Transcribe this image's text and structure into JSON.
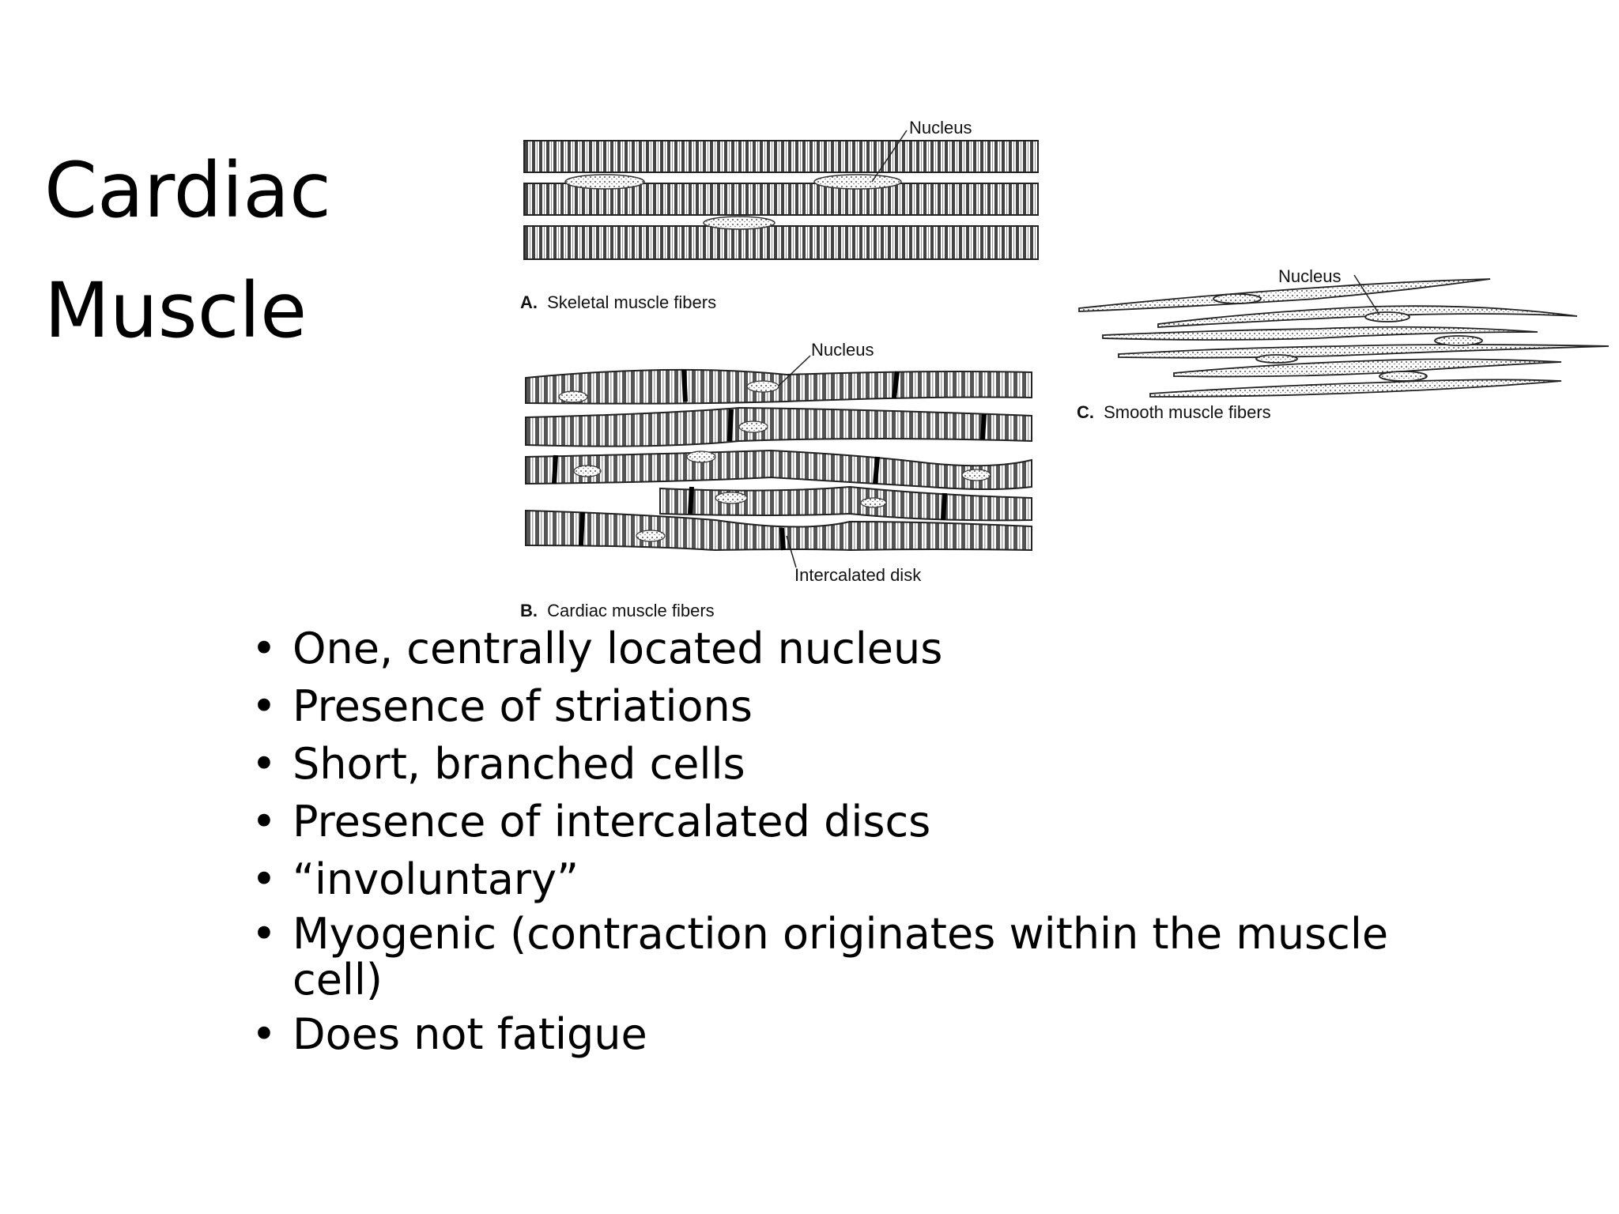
{
  "slide": {
    "title_lines": [
      "Cardiac",
      "Muscle"
    ],
    "figure": {
      "panel_a": {
        "letter": "A.",
        "caption": "Skeletal muscle fibers",
        "nucleus_label": "Nucleus"
      },
      "panel_b": {
        "letter": "B.",
        "caption": "Cardiac muscle fibers",
        "nucleus_label": "Nucleus",
        "disk_label": "Intercalated disk"
      },
      "panel_c": {
        "letter": "C.",
        "caption": "Smooth muscle fibers",
        "nucleus_label": "Nucleus"
      }
    },
    "bullets": [
      "One, centrally located nucleus",
      "Presence of striations",
      "Short, branched cells",
      "Presence of intercalated discs",
      "“involuntary”",
      "Myogenic (contraction originates within the muscle cell)",
      "Does not fatigue"
    ]
  },
  "colors": {
    "text": "#000000",
    "background": "#ffffff",
    "line_art": "#222222"
  }
}
